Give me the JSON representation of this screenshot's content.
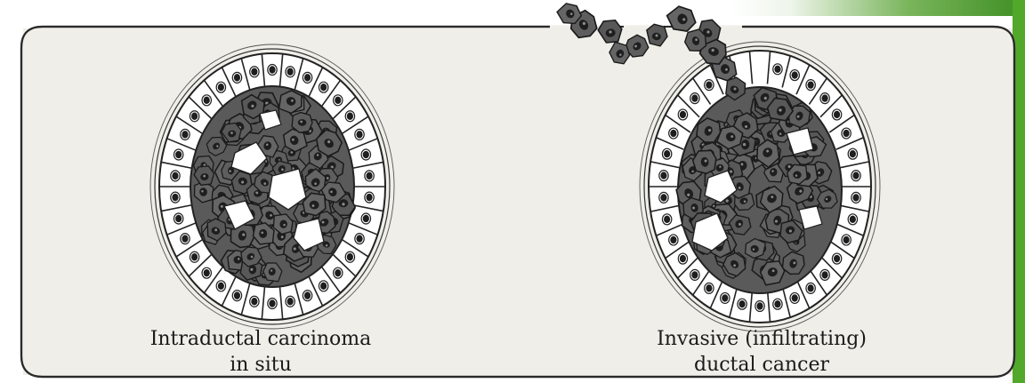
{
  "figure": {
    "left_caption": {
      "line1": "Intraductal carcinoma",
      "line2": "in situ"
    },
    "right_caption": {
      "line1": "Invasive (infiltrating)",
      "line2": "ductal cancer"
    }
  },
  "colors": {
    "panel_fill": "#efeee8",
    "panel_stroke": "#2a2a2a",
    "tumor_cell_fill": "#5e5e5e",
    "normal_cell_fill": "#ffffff",
    "nucleus_fill": "#1e1e1e",
    "accent_green": "#52a82b"
  }
}
